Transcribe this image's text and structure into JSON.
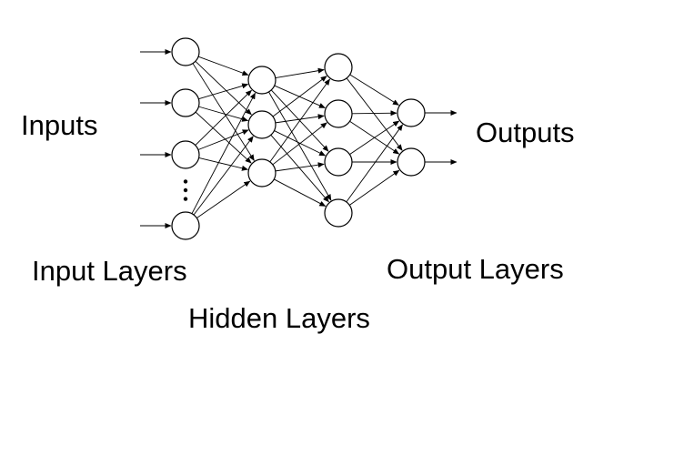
{
  "labels": {
    "inputs": "Inputs",
    "outputs": "Outputs",
    "input_layers": "Input Layers",
    "hidden_layers": "Hidden Layers",
    "output_layers": "Output Layers"
  },
  "network": {
    "layers": [
      {
        "role": "input",
        "nodes": 4,
        "ellipsis_between": [
          2,
          3
        ]
      },
      {
        "role": "hidden",
        "nodes": 3
      },
      {
        "role": "hidden",
        "nodes": 4
      },
      {
        "role": "output",
        "nodes": 2
      }
    ],
    "fully_connected": true,
    "input_arrows": true,
    "output_arrows": true
  },
  "colors": {
    "stroke": "#000000",
    "node_fill": "#ffffff",
    "background": "#ffffff"
  }
}
